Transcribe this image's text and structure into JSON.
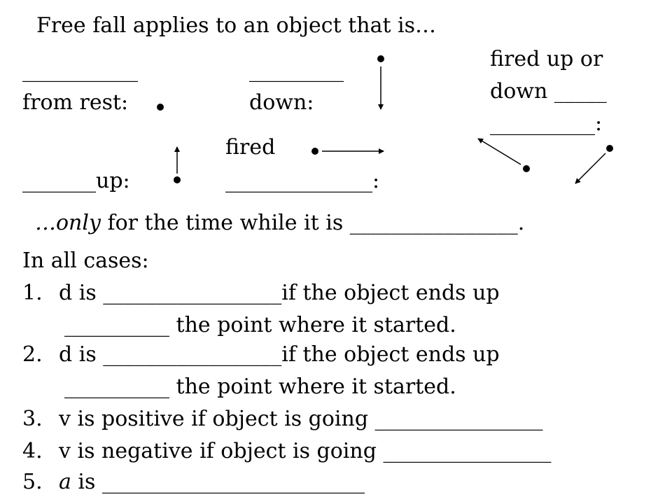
{
  "title": "Free fall applies to an object that is…",
  "cases": {
    "rest": {
      "blank": "___________",
      "label": "from rest:"
    },
    "down": {
      "blank": "_________",
      "label": "down:"
    },
    "up_down": {
      "line1": "fired up or",
      "line2": "down _____",
      "line3": "__________:"
    },
    "up": {
      "label": "_______up:"
    },
    "horizontal": {
      "line1": "fired",
      "line2": "______________:"
    }
  },
  "only_line": {
    "lead": "…only",
    "rest": " for the time while it is ________________."
  },
  "all_cases": {
    "heading": "In all cases:",
    "items": [
      {
        "num": "1.",
        "line1": "d is _________________if the object ends up",
        "line2": "__________ the point where it started."
      },
      {
        "num": "2.",
        "line1": "d is _________________if the object ends up",
        "line2": "__________ the point where it started."
      },
      {
        "num": "3.",
        "line1": "v is positive if object is going ________________"
      },
      {
        "num": "4.",
        "line1": "v is negative if object is going ________________"
      },
      {
        "num": "5.",
        "line1": "a is _________________________"
      }
    ]
  }
}
